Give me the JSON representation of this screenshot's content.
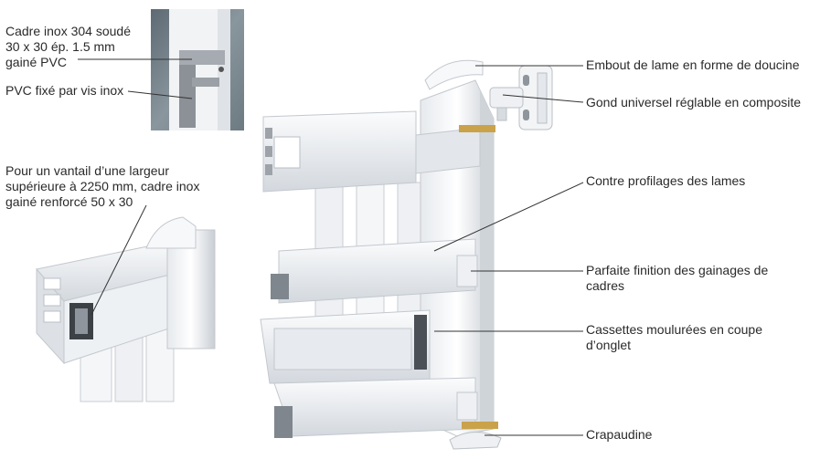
{
  "labels": {
    "frame_inox": [
      "Cadre inox 304 soudé",
      "30 x 30 ép. 1.5 mm",
      "gainé PVC"
    ],
    "pvc_screw": "PVC fixé par vis inox",
    "leaf_width": [
      "Pour un vantail d’une largeur",
      "supérieure à 2250 mm, cadre inox",
      "gainé renforcé 50 x 30"
    ],
    "end_cap": "Embout de lame en forme de doucine",
    "hinge": "Gond universel réglable en composite",
    "counter_profiles": "Contre profilages des lames",
    "frame_finish": [
      "Parfaite finition des gainages de",
      "cadres"
    ],
    "cassettes": [
      "Cassettes moulurées en coupe",
      "d’onglet"
    ],
    "pivot": "Crapaudine"
  },
  "colors": {
    "text": "#2a2a2a",
    "leader": "#333333",
    "pvc_white": "#f4f5f7",
    "pvc_shade": "#d6dadf",
    "inox": "#9aa0a6",
    "brass": "#c9a24a"
  }
}
